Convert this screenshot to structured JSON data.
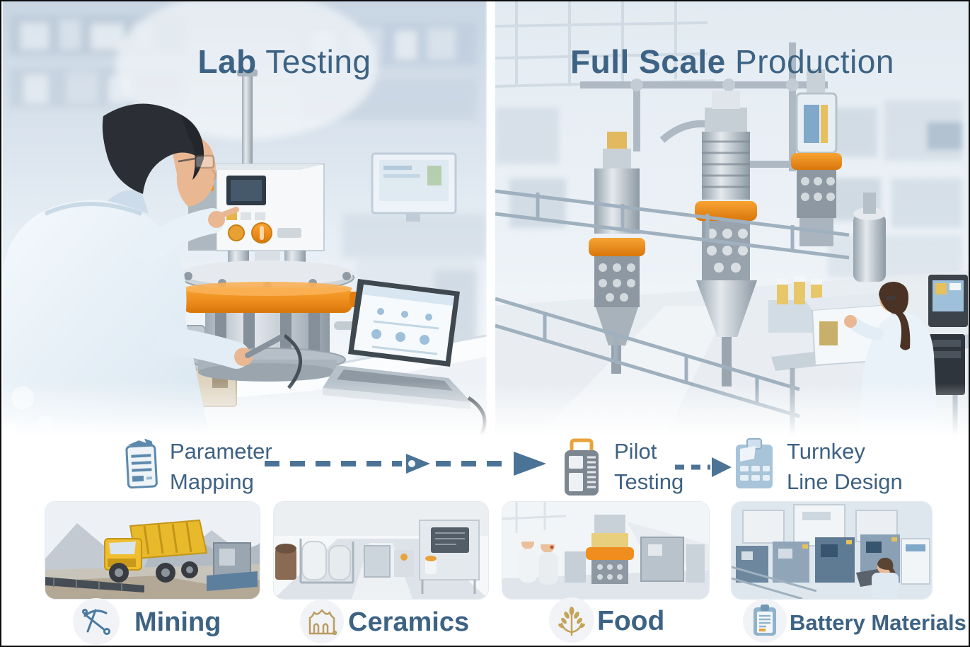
{
  "panels": {
    "left": {
      "title_bold": "Lab",
      "title_rest": " Testing"
    },
    "right": {
      "title_bold": "Full Scale",
      "title_rest": " Production"
    }
  },
  "workflow": {
    "steps": [
      {
        "label_line1": "Parameter",
        "label_line2": "Mapping",
        "icon": "clipboard-document-icon"
      },
      {
        "label_line1": "Pilot",
        "label_line2": "Testing",
        "icon": "portable-tester-icon"
      },
      {
        "label_line1": "Turnkey",
        "label_line2": "Line Design",
        "icon": "clipboard-grid-icon"
      }
    ],
    "connector_style": "dashed-arrow"
  },
  "industries": [
    {
      "label": "Mining",
      "icon": "crossed-pickaxe-icon",
      "thumbnail": "open-pit-mine-dump-truck"
    },
    {
      "label": "Ceramics",
      "icon": "kiln-icon",
      "thumbnail": "ceramics-production-room"
    },
    {
      "label": "Food",
      "icon": "wheat-icon",
      "thumbnail": "food-processing-mill"
    },
    {
      "label": "Battery Materials",
      "icon": "clipboard-battery-icon",
      "thumbnail": "battery-materials-line"
    }
  ],
  "colors": {
    "title_blue": "#3d6384",
    "arrow_blue": "#4b7396",
    "accent_orange": "#ef8e1f",
    "gold": "#c4a35a",
    "scene_tint": "#ccd9e6"
  }
}
